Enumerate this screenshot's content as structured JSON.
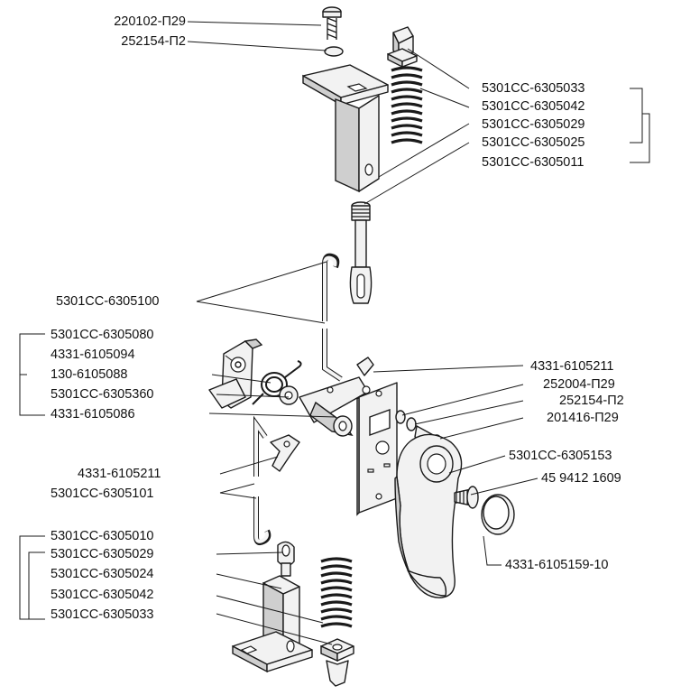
{
  "callouts": {
    "top_left": [
      "220102-П29",
      "252154-П2"
    ],
    "top_right": [
      "5301CC-6305033",
      "5301CC-6305042",
      "5301CC-6305029",
      "5301CC-6305025",
      "5301CC-6305011"
    ],
    "rod_upper": "5301CC-6305100",
    "mid_left_group": [
      "5301CC-6305080",
      "4331-6105094",
      "130-6105088",
      "5301CC-6305360",
      "4331-6105086"
    ],
    "mid_right": [
      "4331-6105211",
      "252004-П29",
      "252154-П2",
      "201416-П29"
    ],
    "lever_left": "4331-6105211",
    "rod_lower": "5301CC-6305101",
    "handle_right": [
      "5301CC-6305153",
      "45 9412 1609"
    ],
    "cap_right": "4331-6105159-10",
    "bottom_left_group": [
      "5301CC-6305010",
      "5301CC-6305029",
      "5301CC-6305024",
      "5301CC-6305042",
      "5301CC-6305033"
    ]
  }
}
